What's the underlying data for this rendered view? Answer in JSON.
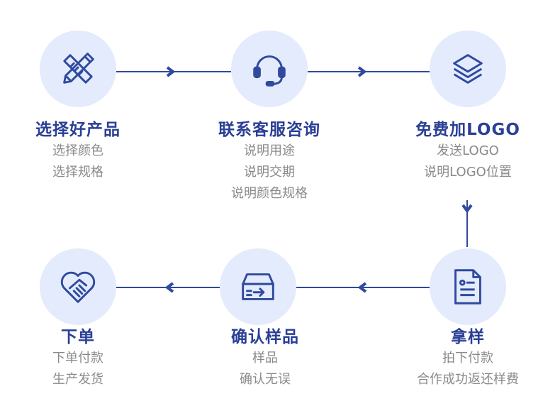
{
  "steps": [
    {
      "title": "选择好产品",
      "lines": [
        "选择颜色",
        "选择规格"
      ],
      "icon": "pencil-ruler-icon"
    },
    {
      "title": "联系客服咨询",
      "lines": [
        "说明用途",
        "说明交期",
        "说明颜色规格"
      ],
      "icon": "headset-icon"
    },
    {
      "title": "免费加LOGO",
      "lines": [
        "发送LOGO",
        "说明LOGO位置"
      ],
      "icon": "layers-icon"
    },
    {
      "title": "拿样",
      "lines": [
        "拍下付款",
        "合作成功返还样费"
      ],
      "icon": "document-icon"
    },
    {
      "title": "确认样品",
      "lines": [
        "样品",
        "确认无误"
      ],
      "icon": "inbox-box-icon"
    },
    {
      "title": "下单",
      "lines": [
        "下单付款",
        "生产发货"
      ],
      "icon": "handshake-heart-icon"
    }
  ],
  "colors": {
    "accent": "#2f4a9e",
    "circle_bg": "#e3ebfc",
    "subtext": "#8a8a8a"
  }
}
